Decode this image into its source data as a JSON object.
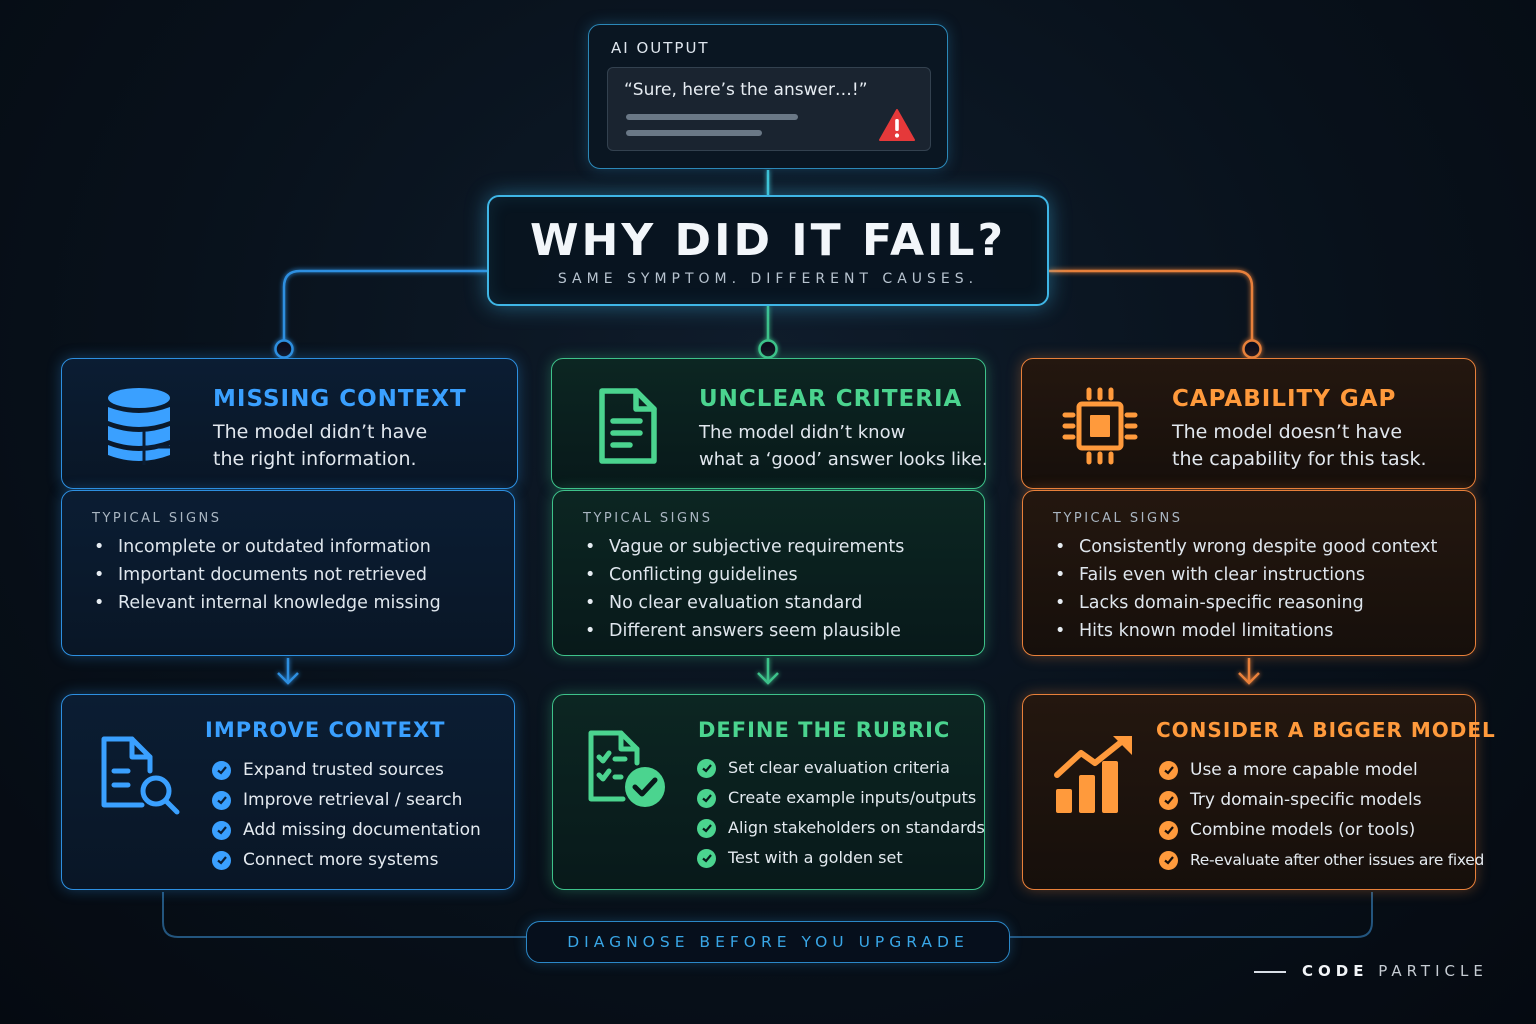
{
  "ai_output": {
    "label": "AI OUTPUT",
    "quote": "“Sure, here’s the answer…!”",
    "warning_icon": "warning-triangle-icon"
  },
  "title": "WHY DID IT FAIL?",
  "subtitle": "SAME SYMPTOM. DIFFERENT CAUSES.",
  "colors": {
    "blue": "#3aa0ff",
    "green": "#4bd48f",
    "orange": "#ff9a3c",
    "warning": "#e5393a"
  },
  "columns": [
    {
      "key": "missing-context",
      "icon": "database-icon",
      "title": "MISSING CONTEXT",
      "desc": [
        "The model didn’t have",
        "the right information."
      ],
      "signs_label": "TYPICAL SIGNS",
      "signs": [
        "Incomplete or outdated information",
        "Important documents not retrieved",
        "Relevant internal knowledge missing"
      ],
      "fix_icon": "document-search-icon",
      "fix_title": "IMPROVE CONTEXT",
      "fixes": [
        "Expand trusted sources",
        "Improve retrieval / search",
        "Add missing documentation",
        "Connect more systems"
      ]
    },
    {
      "key": "unclear-criteria",
      "icon": "document-icon",
      "title": "UNCLEAR CRITERIA",
      "desc": [
        "The model didn’t know",
        "what a ‘good’ answer looks like."
      ],
      "signs_label": "TYPICAL SIGNS",
      "signs": [
        "Vague or subjective requirements",
        "Conflicting guidelines",
        "No clear evaluation standard",
        "Different answers seem plausible"
      ],
      "fix_icon": "checklist-check-icon",
      "fix_title": "DEFINE THE RUBRIC",
      "fixes": [
        "Set clear evaluation criteria",
        "Create example inputs/outputs",
        "Align stakeholders on standards",
        "Test with a golden set"
      ]
    },
    {
      "key": "capability-gap",
      "icon": "chip-icon",
      "title": "CAPABILITY GAP",
      "desc": [
        "The model doesn’t have",
        "the capability for this task."
      ],
      "signs_label": "TYPICAL SIGNS",
      "signs": [
        "Consistently wrong despite good context",
        "Fails even with clear instructions",
        "Lacks domain-specific reasoning",
        "Hits known model limitations"
      ],
      "fix_icon": "growth-chart-icon",
      "fix_title": "CONSIDER A BIGGER MODEL",
      "fixes": [
        "Use a more capable model",
        "Try domain-specific models",
        "Combine models (or tools)",
        "Re-evaluate after other issues are fixed"
      ]
    }
  ],
  "footer": "DIAGNOSE BEFORE YOU UPGRADE",
  "brand": {
    "bold": "CODE",
    "light": "PARTICLE"
  }
}
